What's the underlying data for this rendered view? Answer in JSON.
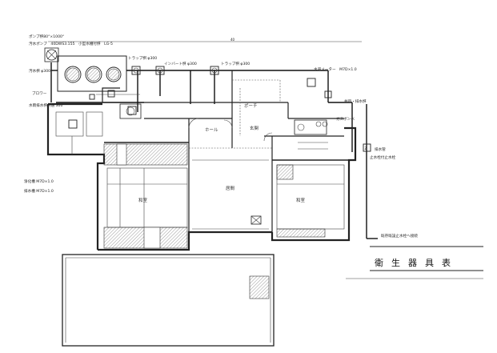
{
  "labels": {
    "pump_spec": "ポンプ桝80°×1000°",
    "sewage_pump": "汚水ポンプ　40DWS3.155　小型水槽付桝　LG-5",
    "sewage_basin": "汚水桝 φ300",
    "trap_1": "トラップ桝 φ300",
    "invert_basin": "インバート桝 φ300",
    "trap_2": "トラップ桝 φ300",
    "water_meter": "水道メーター　M7D×1.0",
    "blower": "ブロワー",
    "rain_basin": "水雨排水桝共通 300°",
    "well": "井戸・排水桝",
    "gas_cylinder": "ガスボンベ",
    "drain_pipe": "排水管",
    "stop_valve": "止水栓付止水栓",
    "septic_1": "浄化槽 M7D×1.0",
    "septic_2": "排水槽 M7D×1.0",
    "dimension": "40",
    "connect_note": "既存既設止水栓へ接続"
  },
  "rooms": {
    "porch": "ポーチ",
    "hall": "ホール",
    "entrance": "玄関",
    "washitsu_1": "和室",
    "living": "居間",
    "washitsu_2": "和室"
  },
  "title": "衛生器具表"
}
